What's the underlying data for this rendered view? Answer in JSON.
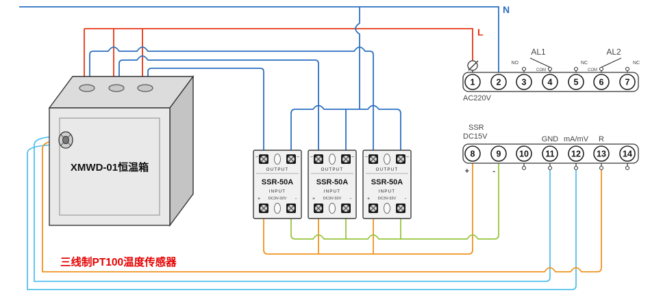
{
  "colors": {
    "neutral_wire": "#2b6fc0",
    "live_wire": "#e63312",
    "ssr_plus_wire": "#f0921e",
    "ssr_minus_wire": "#97c43c",
    "sensor_wire_blue": "#52c0ee",
    "sensor_wire_orange": "#f0921e",
    "caption_red": "#e60000"
  },
  "power": {
    "neutral": "N",
    "live": "L"
  },
  "chamber": {
    "label": "XMWD-01恒温箱"
  },
  "sensor": {
    "caption": "三线制PT100温度传感器"
  },
  "ssr_module": {
    "tilde": "~",
    "output": "OUTPUT",
    "model": "SSR-50A",
    "input": "INPUT",
    "plus": "+",
    "minus": "-",
    "input_range": "DC3V-32V"
  },
  "controller": {
    "terminals_top": [
      "1",
      "2",
      "3",
      "4",
      "5",
      "6",
      "7"
    ],
    "terminals_bottom": [
      "8",
      "9",
      "10",
      "11",
      "12",
      "13",
      "14"
    ],
    "ac220v": "AC220V",
    "al1": "AL1",
    "al2": "AL2",
    "no": "NO",
    "com": "COM",
    "nc": "NC",
    "ssr": "SSR",
    "dc15v": "DC15V",
    "plus": "+",
    "minus": "-",
    "gnd": "GND",
    "ma_mv": "mA/mV",
    "r": "R"
  }
}
